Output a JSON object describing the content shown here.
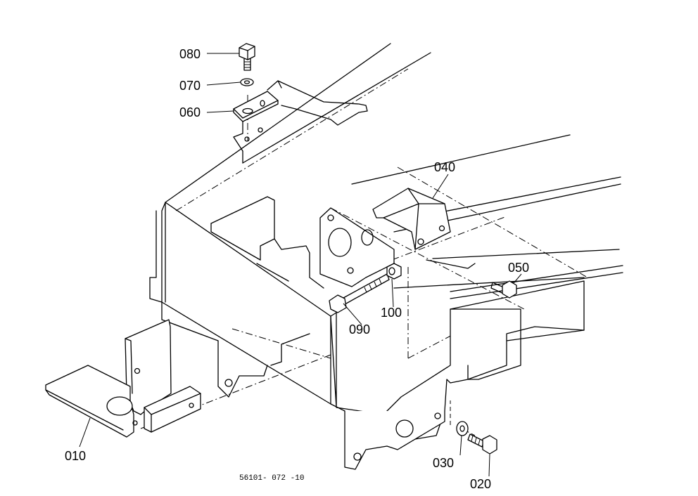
{
  "diagram": {
    "parts": [
      {
        "id": "080",
        "label": "080"
      },
      {
        "id": "070",
        "label": "070"
      },
      {
        "id": "060",
        "label": "060"
      },
      {
        "id": "040",
        "label": "040"
      },
      {
        "id": "050",
        "label": "050"
      },
      {
        "id": "100",
        "label": "100"
      },
      {
        "id": "090",
        "label": "090"
      },
      {
        "id": "010",
        "label": "010"
      },
      {
        "id": "030",
        "label": "030"
      },
      {
        "id": "020",
        "label": "020"
      }
    ],
    "document_code": "56101- 072 -10"
  }
}
